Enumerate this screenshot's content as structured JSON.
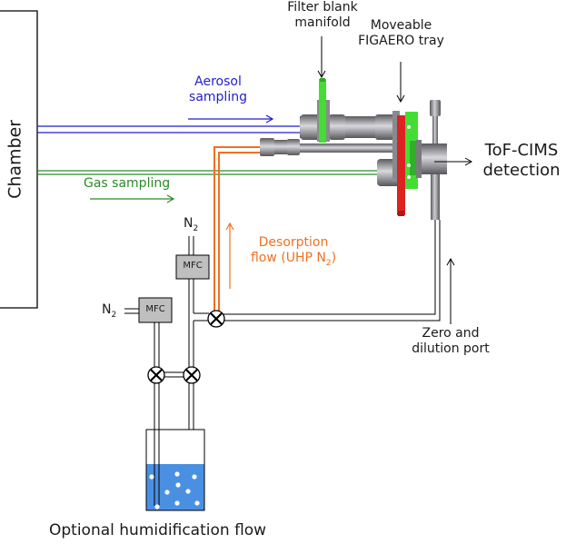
{
  "title": "FIGAERO-CIMS chamber sampling setup",
  "labels": {
    "chamber": "Chamber",
    "filter_blank_line1": "Filter blank",
    "filter_blank_line2": "manifold",
    "tray_line1": "Moveable",
    "tray_line2": "FIGAERO tray",
    "aerosol_line1": "Aerosol",
    "aerosol_line2": "sampling",
    "gas": "Gas sampling",
    "tof_line1": "ToF-CIMS",
    "tof_line2": "detection",
    "desorption_line1": "Desorption",
    "desorption_line2_pre": "flow (UHP N",
    "desorption_sub": "2",
    "desorption_line2_post": ")",
    "n2_top": "N",
    "n2_top_sub": "2",
    "n2_left": "N",
    "n2_left_sub": "2",
    "mfc_top": "MFC",
    "mfc_left": "MFC",
    "zero_line1": "Zero and",
    "zero_line2": "dilution port",
    "humid": "Optional humidification flow"
  },
  "colors": {
    "aerosol": "#1f1fcc",
    "gas": "#2a8a2a",
    "desorption": "#f07020",
    "filter_green": "#44dd33",
    "tray_red": "#dd2222",
    "steel": "#8a8a8e",
    "water": "#4a90e2",
    "mfc_fill": "#bfbfbf"
  }
}
